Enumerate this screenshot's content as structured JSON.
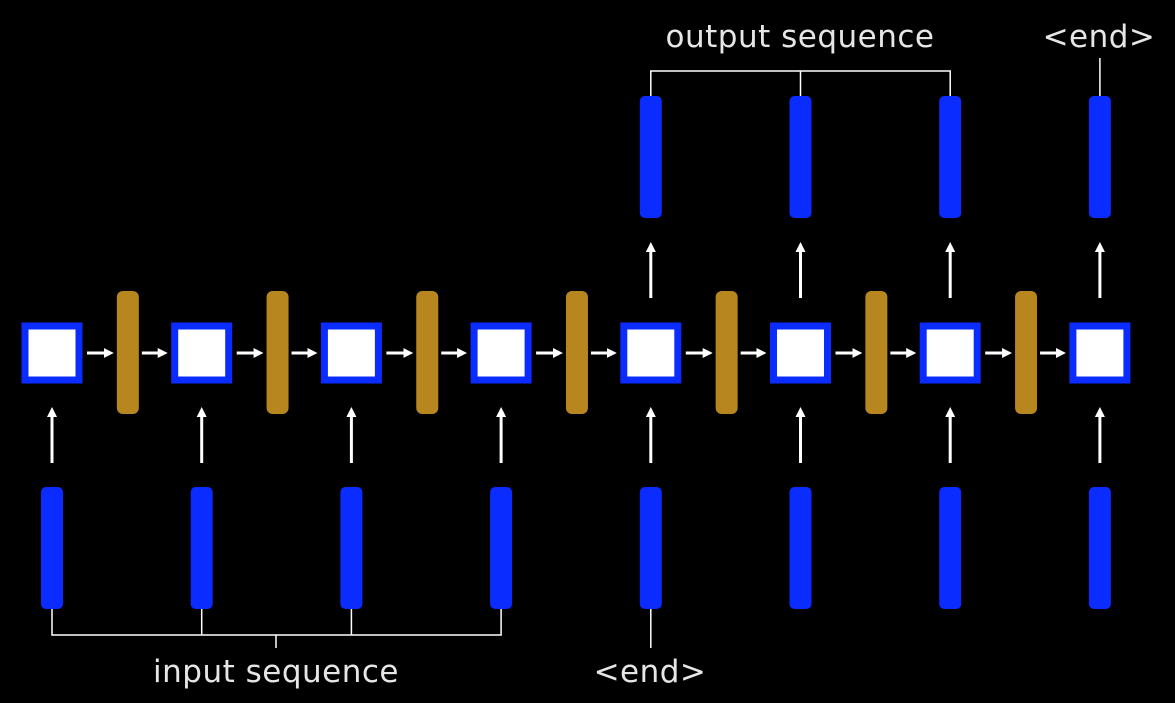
{
  "diagram": {
    "input_label": "input sequence",
    "output_label": "output sequence",
    "end_token_in": "<end>",
    "end_token_out": "<end>",
    "cells": 8,
    "input_vectors": 8,
    "output_vectors": 4,
    "hidden_states": 7
  },
  "colors": {
    "background": "#000000",
    "cell_border": "#0a2cff",
    "cell_fill": "#ffffff",
    "vector": "#0a2cff",
    "hidden_state": "#b8861e",
    "arrow": "#ffffff",
    "bracket": "#ffffff",
    "text": "#e6e6e6"
  }
}
